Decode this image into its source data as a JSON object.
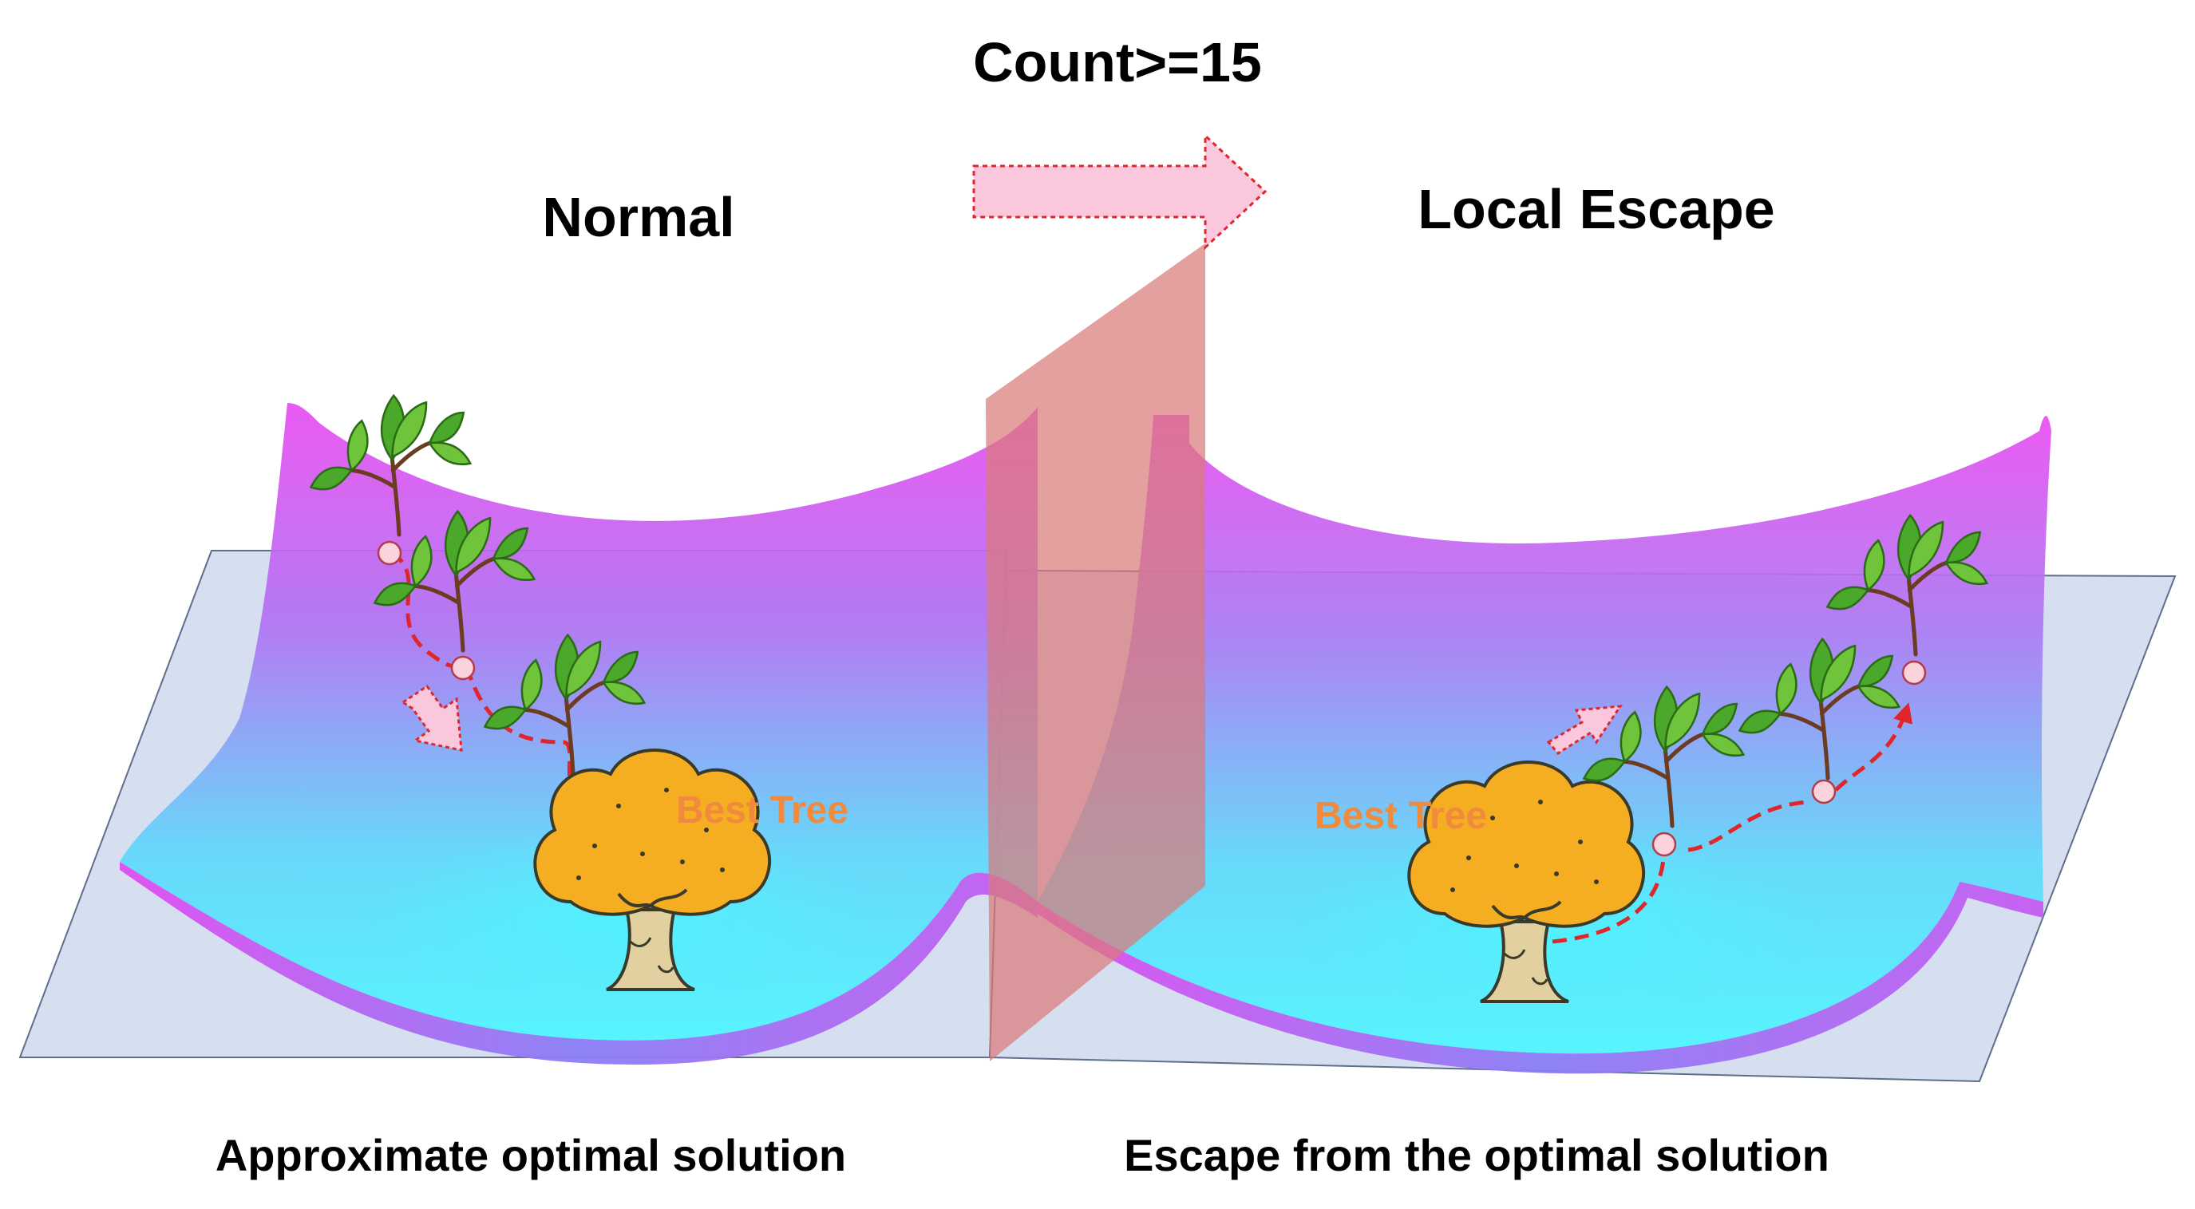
{
  "labels": {
    "condition": "Count>=15",
    "left_title": "Normal",
    "right_title": "Local Escape",
    "left_best": "Best Tree",
    "right_best": "Best Tree",
    "left_caption": "Approximate optimal solution",
    "right_caption": "Escape from the optimal solution"
  },
  "colors": {
    "surface_edge": "#e84cf0",
    "surface_center": "#4cf6ff",
    "floor": "#d6dff0",
    "divider": "#d97a7a",
    "path": "#e0262a",
    "arrow_fill": "#fbc7dc",
    "best_tree_label": "#f08a3c",
    "best_tree_crown": "#f5ae22",
    "sapling_leaf": "#4aa82a"
  },
  "icons": [
    "sapling-icon",
    "best-tree-icon",
    "step-node-icon",
    "direction-arrow-icon",
    "transition-arrow-icon"
  ]
}
